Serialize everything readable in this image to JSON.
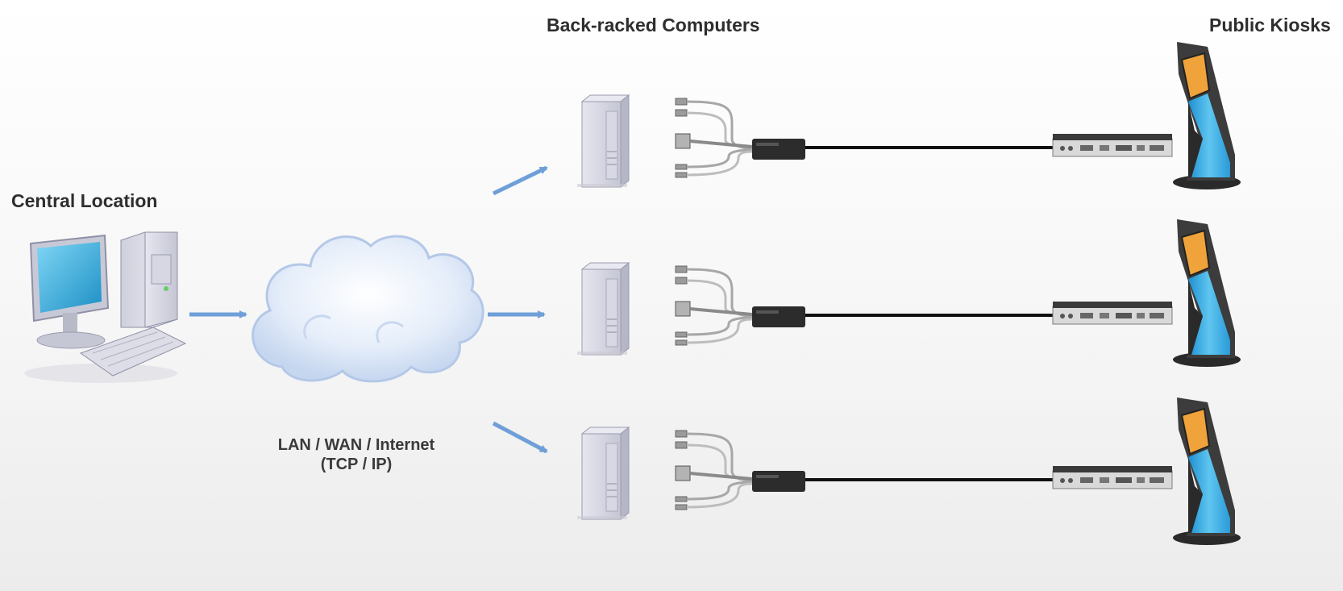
{
  "labels": {
    "central_location": "Central Location",
    "back_racked": "Back-racked Computers",
    "public_kiosks": "Public Kiosks",
    "network_line1": "LAN / WAN / Internet",
    "network_line2": "(TCP / IP)"
  },
  "colors": {
    "arrow": "#6f9fd8",
    "cloud": "#d9e7f7",
    "kiosk_screen": "#3fa9e0",
    "kiosk_body": "#3a3a3a",
    "cable": "#111111"
  },
  "nodes": {
    "workstation": "desktop-computer-icon",
    "network": "cloud-icon",
    "servers": [
      "tower-server-icon",
      "tower-server-icon",
      "tower-server-icon"
    ],
    "extenders": [
      "kvm-receiver-icon",
      "kvm-receiver-icon",
      "kvm-receiver-icon"
    ],
    "kiosks": [
      "kiosk-icon",
      "kiosk-icon",
      "kiosk-icon"
    ]
  }
}
